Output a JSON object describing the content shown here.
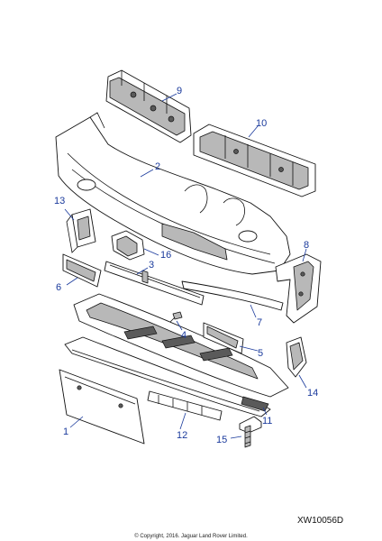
{
  "diagram": {
    "reference_code": "XW10056D",
    "copyright": "© Copyright, 2016. Jaguar Land Rover Limited.",
    "callouts": {
      "n1": "1",
      "n2": "2",
      "n3": "3",
      "n4": "4",
      "n5": "5",
      "n6": "6",
      "n7": "7",
      "n8": "8",
      "n9": "9",
      "n10": "10",
      "n11": "11",
      "n12": "12",
      "n13": "13",
      "n14": "14",
      "n15": "15",
      "n16": "16"
    }
  }
}
